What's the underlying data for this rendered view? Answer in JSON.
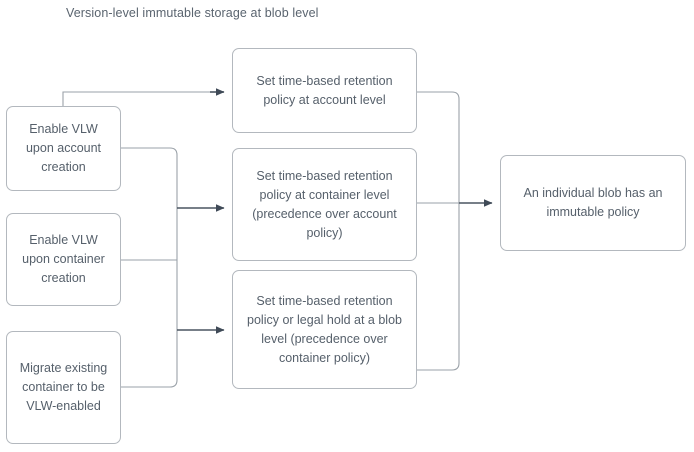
{
  "diagram": {
    "title": "Version-level immutable storage at blob level",
    "type": "flowchart",
    "nodes": {
      "left": [
        {
          "id": "enable-vlw-account",
          "label": "Enable VLW upon account creation"
        },
        {
          "id": "enable-vlw-container",
          "label": "Enable VLW upon container creation"
        },
        {
          "id": "migrate-existing-container",
          "label": "Migrate existing container to be VLW-enabled"
        }
      ],
      "middle": [
        {
          "id": "retention-account-level",
          "label": "Set time-based retention policy at account level"
        },
        {
          "id": "retention-container-level",
          "label": "Set time-based retention policy at container level (precedence over account policy)"
        },
        {
          "id": "retention-blob-level",
          "label": "Set time-based retention policy or legal hold at a blob level (precedence over container policy)"
        }
      ],
      "right": [
        {
          "id": "immutable-policy-result",
          "label": "An individual blob has an immutable policy"
        }
      ]
    },
    "colors": {
      "text": "#56606b",
      "node_border": "#b3b8be",
      "node_fill": "#ffffff",
      "edge_line": "#9aa1a8",
      "edge_arrow": "#3f4a57",
      "background": "#ffffff"
    }
  }
}
